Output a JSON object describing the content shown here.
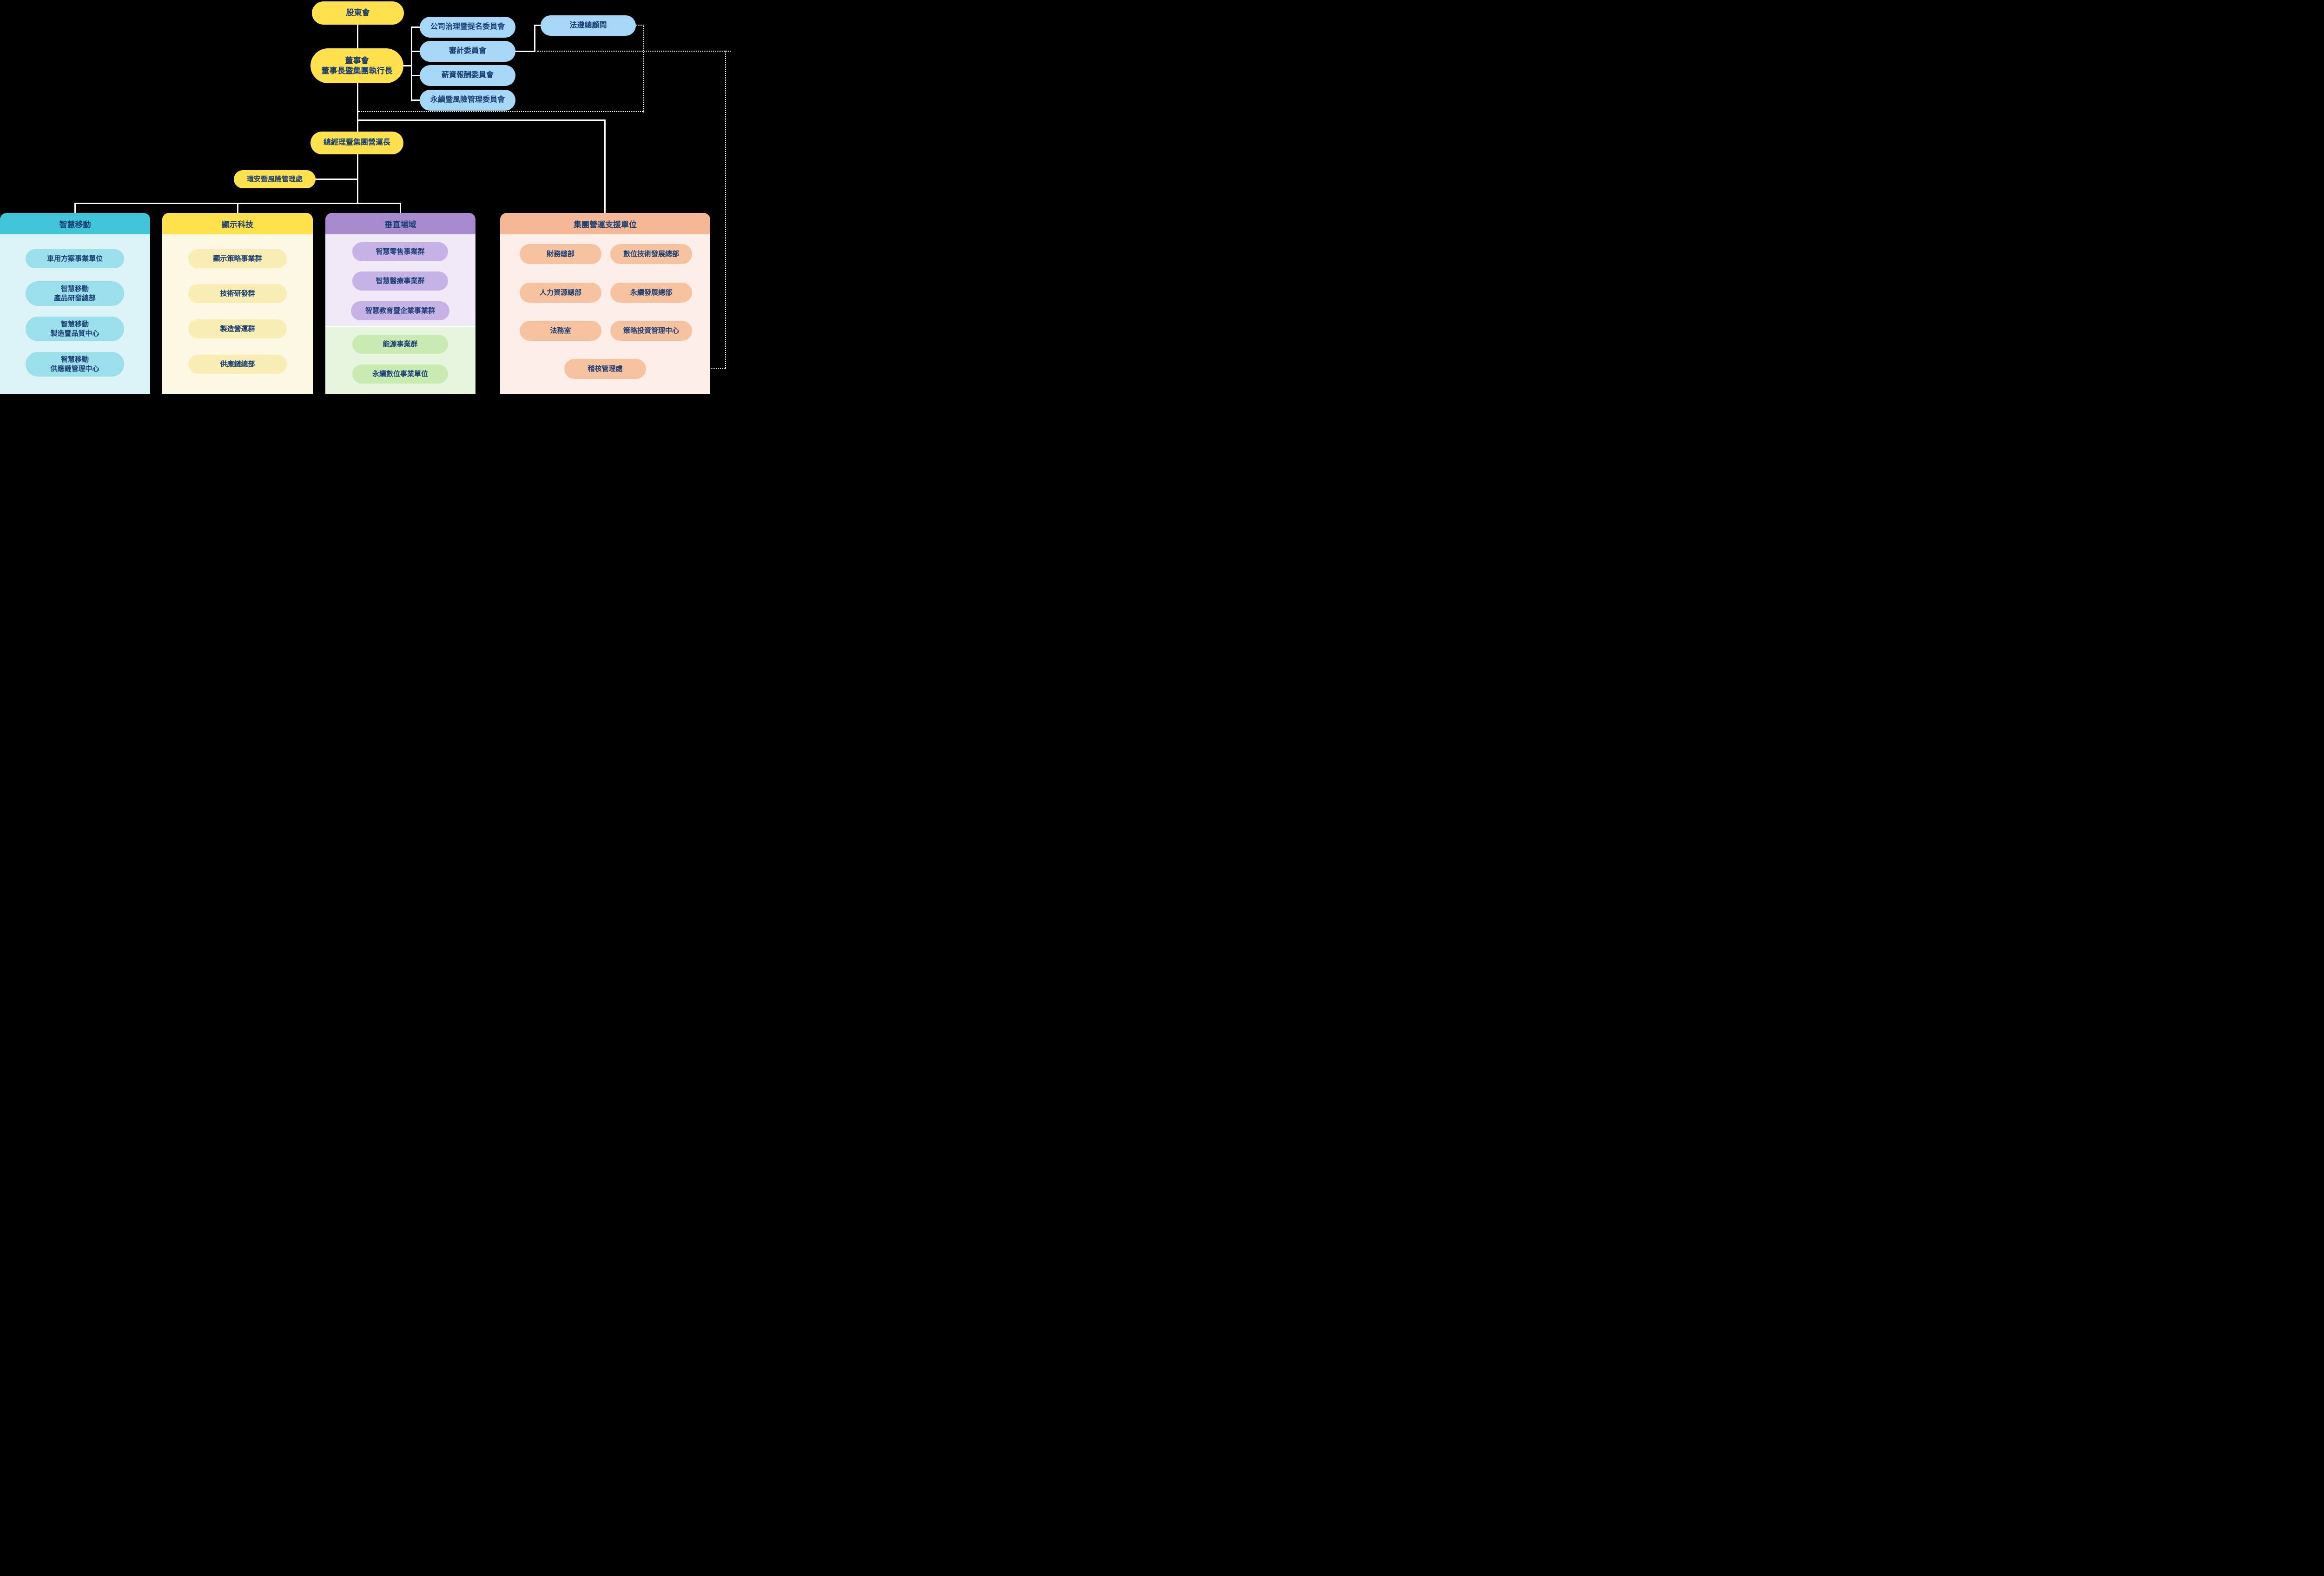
{
  "colors": {
    "background": "#000000",
    "connector": "#FFFFFF",
    "navy_text": "#1A3E73",
    "yellow": "#FFE14D",
    "blue_pill": "#A6D7F6",
    "cyan_header": "#3FC4D8",
    "cyan_body": "#DCF3F8",
    "cyan_pill": "#9BDFEA",
    "yellow_body": "#FDF8E3",
    "yellow_pill": "#F8EEB5",
    "purple_header": "#A78BCE",
    "purple_body": "#EFE9F8",
    "purple_pill": "#C7B2E6",
    "green_body": "#E7F5DF",
    "green_pill": "#C8EBB2",
    "orange_header": "#F5B795",
    "orange_body": "#FCEFEA",
    "orange_pill": "#F7C2A0"
  },
  "governance": {
    "shareholders": "股東會",
    "board": {
      "line1": "董事會",
      "line2": "董事長暨集團執行長"
    },
    "committees": [
      {
        "label": "公司治理暨提名委員會"
      },
      {
        "label": "審計委員會"
      },
      {
        "label": "薪資報酬委員會"
      },
      {
        "label": "永續暨風險管理委員會"
      }
    ],
    "compliance_advisor": "法遵總顧問",
    "coo": "總經理暨集團營運長",
    "ehs_office": "環安暨風險管理處"
  },
  "business_groups": {
    "mobility": {
      "title": "智慧移動",
      "units": [
        {
          "line1": "車用方案事業單位"
        },
        {
          "line1": "智慧移動",
          "line2": "產品研發總部"
        },
        {
          "line1": "智慧移動",
          "line2": "製造暨品質中心"
        },
        {
          "line1": "智慧移動",
          "line2": "供應鏈管理中心"
        }
      ]
    },
    "display": {
      "title": "顯示科技",
      "units": [
        {
          "label": "顯示策略事業群"
        },
        {
          "label": "技術研發群"
        },
        {
          "label": "製造營運群"
        },
        {
          "label": "供應鏈總部"
        }
      ]
    },
    "vertical": {
      "title": "垂直場域",
      "purple_units": [
        {
          "label": "智慧零售事業群"
        },
        {
          "label": "智慧醫療事業群"
        },
        {
          "label": "智慧教育暨企業事業群"
        }
      ],
      "green_units": [
        {
          "label": "能源事業群"
        },
        {
          "label": "永續數位事業單位"
        }
      ]
    },
    "support": {
      "title": "集團營運支援單位",
      "left_units": [
        {
          "label": "財務總部"
        },
        {
          "label": "人力資源總部"
        },
        {
          "label": "法務室"
        }
      ],
      "right_units": [
        {
          "label": "數位技術發展總部"
        },
        {
          "label": "永續發展總部"
        },
        {
          "label": "策略投資管理中心"
        }
      ],
      "bottom_unit": "稽核管理處"
    }
  }
}
